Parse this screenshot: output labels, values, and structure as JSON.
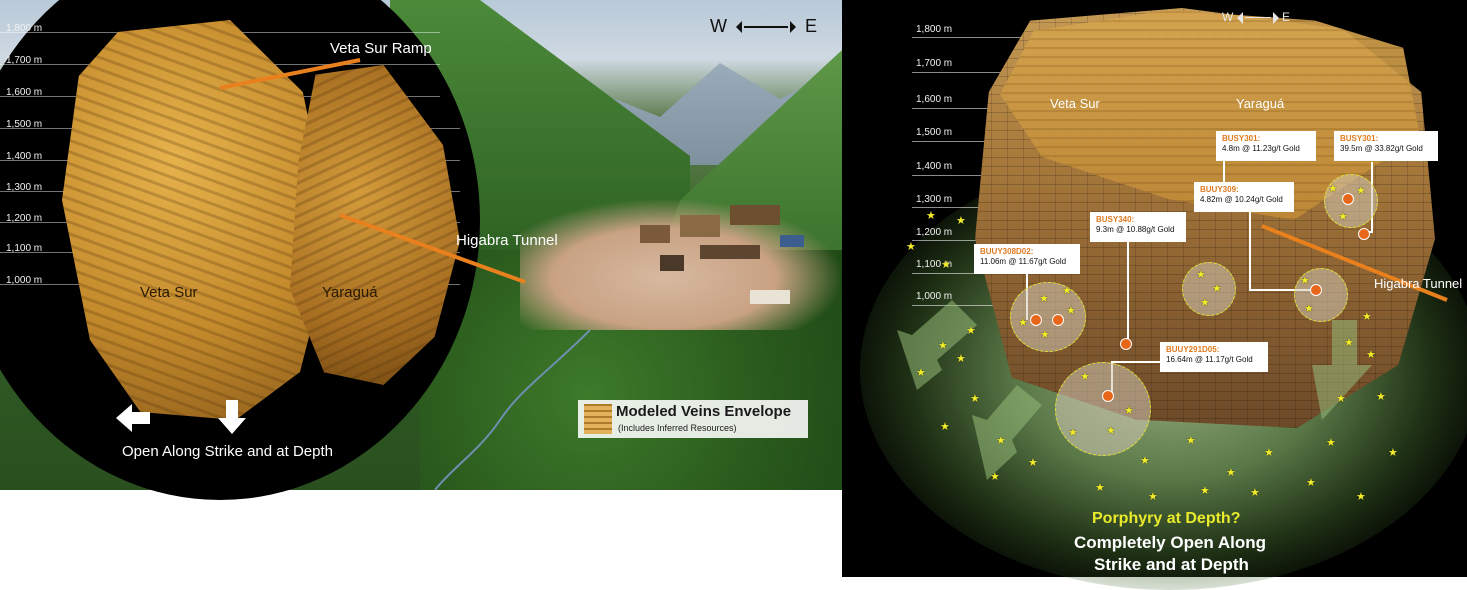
{
  "left": {
    "elevations": [
      "1,800 m",
      "1,700 m",
      "1,600 m",
      "1,500 m",
      "1,400 m",
      "1,300 m",
      "1,200 m",
      "1,100 m",
      "1,000 m"
    ],
    "compass": {
      "west": "W",
      "east": "E"
    },
    "labels": {
      "ramp": "Veta Sur Ramp",
      "tunnel": "Higabra Tunnel",
      "veta_sur": "Veta Sur",
      "yaragua": "Yaraguá",
      "open": "Open Along Strike and at Depth"
    },
    "legend": {
      "title": "Modeled Veins Envelope",
      "subtitle": "(Includes Inferred Resources)"
    },
    "colors": {
      "rock": "#d49a3a",
      "tunnel": "#e8801e"
    }
  },
  "right": {
    "elevations": [
      "1,800 m",
      "1,700 m",
      "1,600 m",
      "1,500 m",
      "1,400 m",
      "1,300 m",
      "1,200 m",
      "1,100 m",
      "1,000 m"
    ],
    "compass": {
      "west": "W",
      "east": "E"
    },
    "labels": {
      "veta_sur": "Veta Sur",
      "yaragua": "Yaraguá",
      "tunnel": "Higabra Tunnel",
      "porphyry": "Porphyry at Depth?",
      "open_line1": "Completely Open Along",
      "open_line2": "Strike and at Depth"
    },
    "callouts": [
      {
        "id": "BUSY301:",
        "value": "4.8m @ 11.23g/t Gold"
      },
      {
        "id": "BUSY301:",
        "value": "39.5m @ 33.82g/t Gold"
      },
      {
        "id": "BUUY309:",
        "value": "4.82m @ 10.24g/t Gold"
      },
      {
        "id": "BUSY340:",
        "value": "9.3m @ 10.88g/t Gold"
      },
      {
        "id": "BUUY308D02:",
        "value": "11.06m @ 11.67g/t Gold"
      },
      {
        "id": "BUUY291D05:",
        "value": "16.64m @ 11.17g/t Gold"
      }
    ],
    "colors": {
      "intercept": "#e8661a",
      "star": "#f2ec2a",
      "callout_id": "#e07a1e"
    }
  }
}
